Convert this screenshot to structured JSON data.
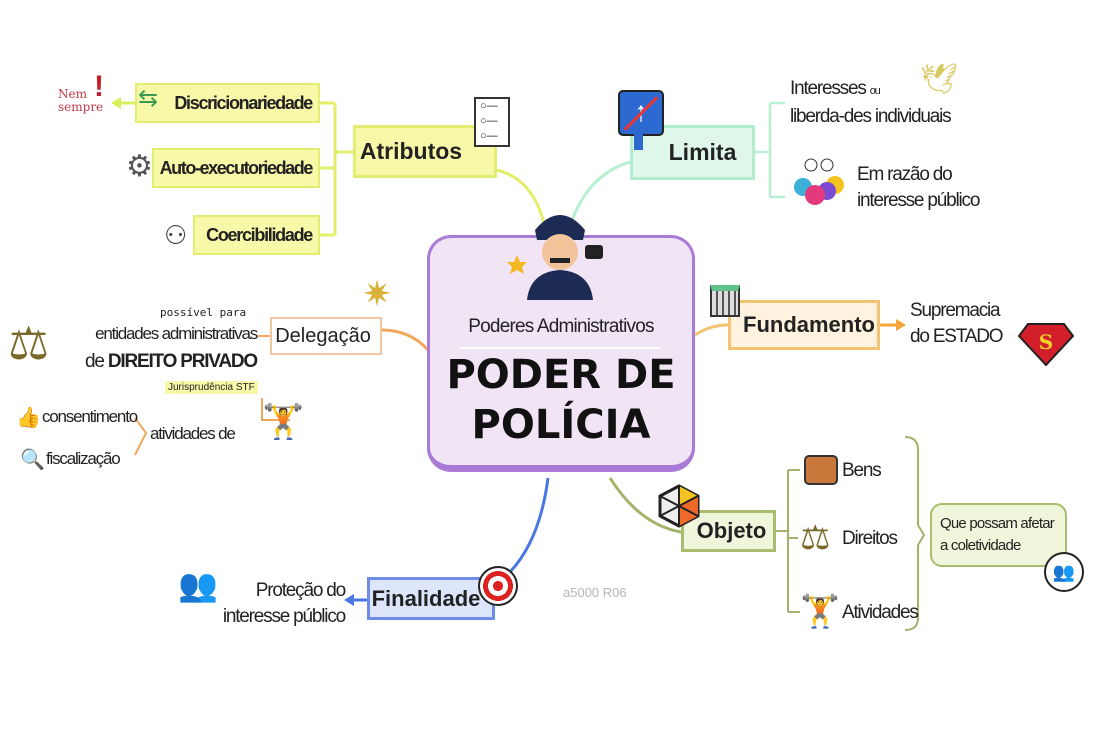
{
  "center": {
    "subtitle": "Poderes Administrativos",
    "title_line1": "PODER DE",
    "title_line2": "POLÍCIA"
  },
  "atributos": {
    "label": "Atributos",
    "items": [
      "Discricionariedade",
      "Auto-executoriedade",
      "Coercibilidade"
    ],
    "note": "Nem sempre",
    "note_mark": "!"
  },
  "limita": {
    "label": "Limita",
    "items": [
      {
        "line1": "Interesses",
        "small": "ou",
        "line2": "liberda-des individuais"
      },
      {
        "line1": "Em razão do",
        "line2": "interesse público"
      }
    ]
  },
  "fundamento": {
    "label": "Fundamento",
    "target_line1": "Supremacia",
    "target_line2": "do ESTADO"
  },
  "delegacao": {
    "label": "Delegação",
    "pre": "possível para",
    "line1": "entidades administrativas",
    "line2_prefix": "de",
    "line2_bold": "DIREITO PRIVADO",
    "tag": "Jurisprudência STF",
    "activities": "atividades de",
    "activity_items": [
      "consentimento",
      "fiscalização"
    ]
  },
  "objeto": {
    "label": "Objeto",
    "items": [
      "Bens",
      "Direitos",
      "Atividades"
    ],
    "note": "Que possam afetar a coletividade"
  },
  "finalidade": {
    "label": "Finalidade",
    "target_line1": "Proteção do",
    "target_line2": "interesse público"
  },
  "watermark": "a5000 R06",
  "colors": {
    "center_fill": "#f1e4f5",
    "center_border": "#a97ad6",
    "atributos": "#f7f9a8",
    "limita": "#dff7ea",
    "fundamento": "#fff3df",
    "objeto": "#f0f6dc",
    "finalidade": "#dde5fb",
    "delegacao_border": "#f0c7a0"
  }
}
